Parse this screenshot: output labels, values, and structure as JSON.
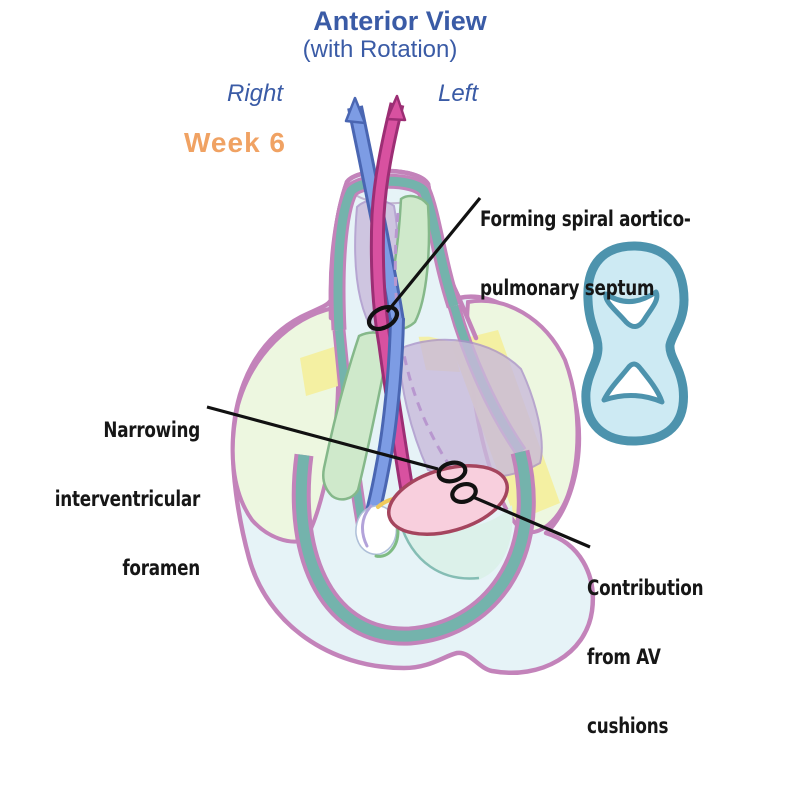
{
  "title": {
    "main": "Anterior View",
    "sub": "(with Rotation)"
  },
  "orientation": {
    "left_side_label": "Right",
    "right_side_label": "Left"
  },
  "stage_label": "Week 6",
  "annotations": {
    "ap_septum": {
      "line1": "Forming spiral aortico-",
      "line2": "pulmonary septum"
    },
    "iv_foramen": {
      "line1": "Narrowing",
      "line2": "interventricular",
      "line3": "foramen"
    },
    "av_cushions": {
      "line1": "Contribution",
      "line2": "from AV",
      "line3": "cushions"
    }
  },
  "theme": {
    "title_color": "#3a5ba6",
    "week_color": "#f0a263",
    "annotation_color": "#161616",
    "outline_mauve": "#c383ba",
    "band_teal": "#74b3ac",
    "body_fill": "#e6f3f7",
    "atria_green": "#edf7e0",
    "stripe_yellow": "#f4ef9e",
    "septum_purple": "#c9badb",
    "ridge_green": "#cfe9cb",
    "vessel_blue": "#7d9ce4",
    "vessel_blue_dark": "#4a66b2",
    "vessel_magenta": "#d851a0",
    "vessel_magenta_dark": "#9c2e74",
    "cushion_pink": "#f8cfdd",
    "cushion_outline": "#a5455e",
    "inset_fill": "#cdeaf3",
    "inset_outline": "#4d93ad",
    "leader_color": "#111111"
  }
}
